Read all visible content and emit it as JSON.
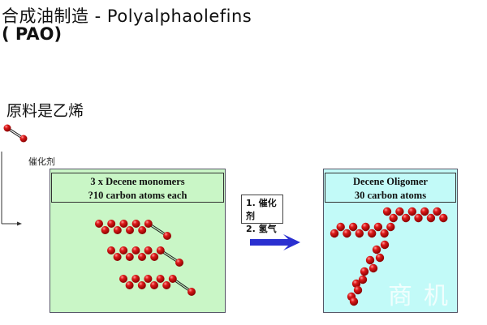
{
  "title": {
    "line1": "合成油制造 - Polyalphaolefins",
    "line2": "( PAO)"
  },
  "raw_material": "原料是乙烯",
  "catalyst_label": "催化剂",
  "monomer_box": {
    "line1": "3 x Decene monomers",
    "line2": "?10 carbon atoms each"
  },
  "conditions": {
    "line1": "1. 催化剂",
    "line2": "2. 氢气"
  },
  "oligomer_box": {
    "line1": "Decene Oligomer",
    "line2": "30 carbon atoms"
  },
  "watermark": "商机",
  "colors": {
    "atom": "#cc1111",
    "arrow": "#2a2fd0",
    "monomer_bg": "#c9f6c6",
    "oligomer_bg": "#c2faf8"
  }
}
